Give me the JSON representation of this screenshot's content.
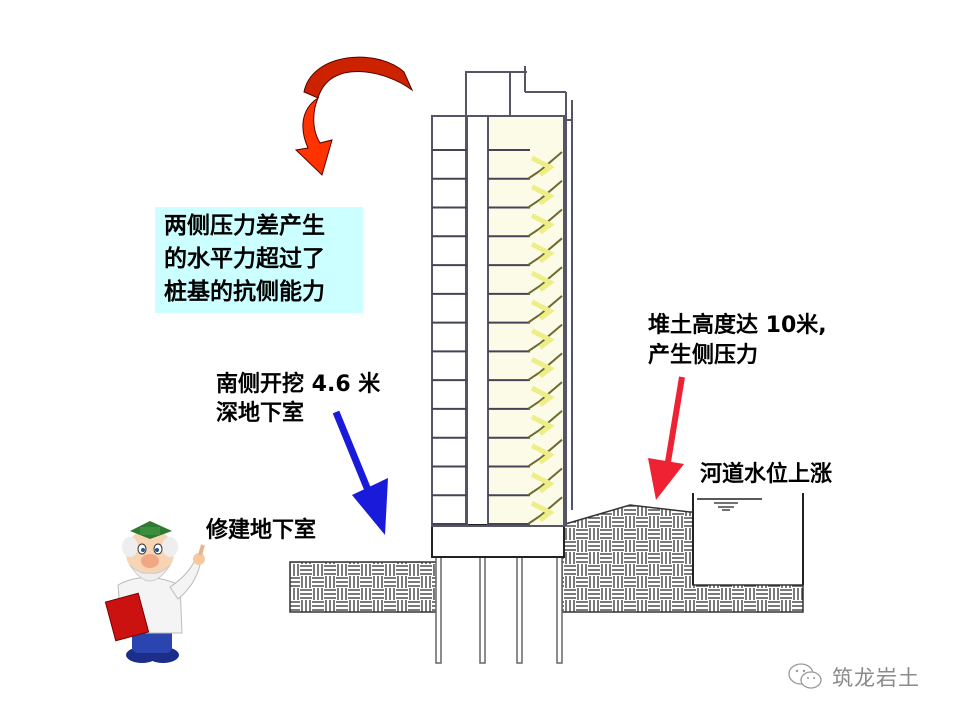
{
  "callout": {
    "lines": [
      "两侧压力差产生",
      "的水平力超过了",
      "桩基的抗侧能力"
    ],
    "background": "#ccffff"
  },
  "labels": {
    "south_excavation": "南侧开挖 4.6 米\n深地下室",
    "build_basement": "修建地下室",
    "fill_height": "堆土高度达 10米,\n产生侧压力",
    "river_level": "河道水位上涨"
  },
  "arrows": {
    "curved_rotation": {
      "icon": "curved-arrow-icon",
      "color_top": "#cc2200",
      "color_bottom": "#ff3300"
    },
    "south_pressure": {
      "icon": "blue-arrow-icon",
      "color": "#1a1adb"
    },
    "north_pressure": {
      "icon": "red-arrow-icon",
      "color": "#ee2233"
    }
  },
  "building": {
    "floors": 13,
    "piles": 4,
    "wall_color": "#555566",
    "stair_color": "#eeee88"
  },
  "character": {
    "icon": "professor-character-icon"
  },
  "watermark": {
    "icon": "wechat-icon",
    "text": "筑龙岩土"
  }
}
